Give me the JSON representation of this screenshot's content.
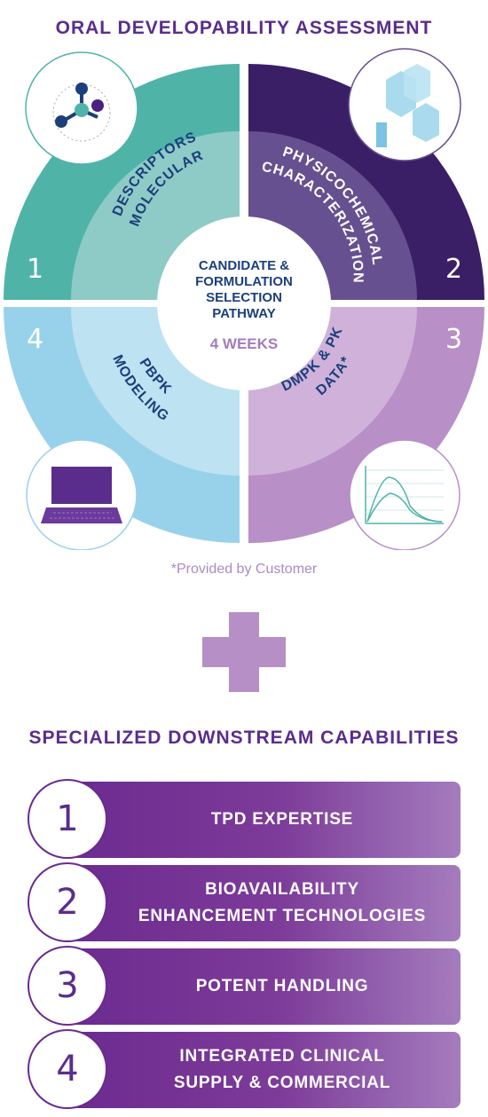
{
  "header": {
    "title": "ORAL DEVELOPABILITY ASSESSMENT"
  },
  "wheel": {
    "center": {
      "line1": "CANDIDATE &",
      "line2": "FORMULATION",
      "line3": "SELECTION",
      "line4": "PATHWAY",
      "duration": "4 WEEKS"
    },
    "quadrants": [
      {
        "number": "1",
        "label1": "MOLECULAR",
        "label2": "DESCRIPTORS",
        "icon": "molecule-icon"
      },
      {
        "number": "2",
        "label1": "PHYSICOCHEMICAL",
        "label2": "CHARACTERIZATION",
        "icon": "crystal-icon"
      },
      {
        "number": "3",
        "label1": "DMPK & PK",
        "label2": "DATA*",
        "icon": "chart-icon"
      },
      {
        "number": "4",
        "label1": "PBPK",
        "label2": "MODELING",
        "icon": "laptop-icon"
      }
    ],
    "colors": {
      "q1_outer": "#4fb3a8",
      "q1_inner": "#8ecbc6",
      "q2_outer": "#3a1f66",
      "q2_inner": "#67508f",
      "q3_outer": "#b88fc6",
      "q3_inner": "#cfb1da",
      "q4_outer": "#98d2ea",
      "q4_inner": "#bde2f1",
      "title": "#5a2d8c",
      "center_text": "#1c3f7c",
      "weeks": "#a47cbd"
    }
  },
  "footnote": "*Provided by Customer",
  "plus_icon": "plus-icon",
  "downstream": {
    "title": "SPECIALIZED DOWNSTREAM CAPABILITIES",
    "items": [
      {
        "number": "1",
        "line1": "TPD EXPERTISE",
        "line2": ""
      },
      {
        "number": "2",
        "line1": "BIOAVAILABILITY",
        "line2": "ENHANCEMENT TECHNOLOGIES"
      },
      {
        "number": "3",
        "line1": "POTENT HANDLING",
        "line2": ""
      },
      {
        "number": "4",
        "line1": "INTEGRATED CLINICAL",
        "line2": "SUPPLY & COMMERCIAL"
      }
    ]
  }
}
